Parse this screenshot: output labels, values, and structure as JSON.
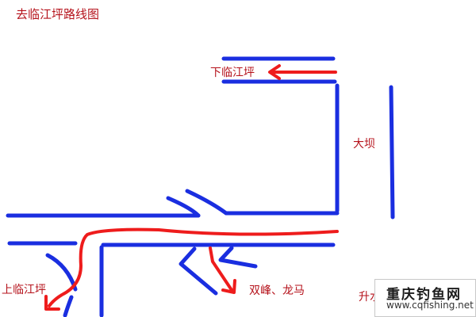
{
  "title": "去临江坪路线图",
  "places": {
    "xia_linjiangping": "下临江坪",
    "dam": "大坝",
    "shang_linjiangping": "上临江坪",
    "shuangfeng_longma": "双峰、龙马",
    "shengshuiba": "升水坝"
  },
  "watermark": {
    "name": "重庆钓鱼网",
    "url": "www.cqfishing.net"
  },
  "colors": {
    "road": "#1a2ee0",
    "route": "#ee1c1c",
    "label": "#b5121b"
  }
}
